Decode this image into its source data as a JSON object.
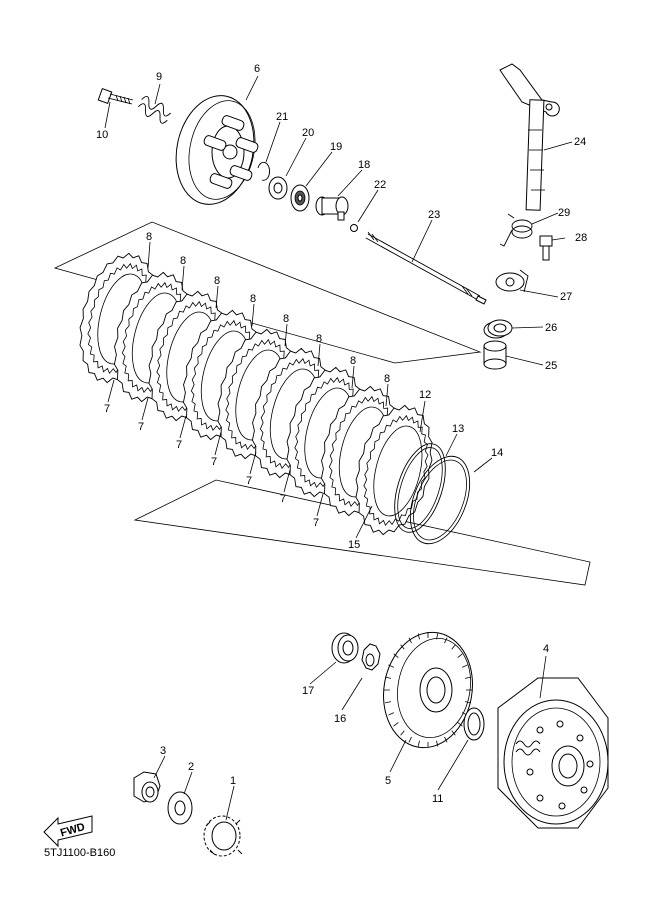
{
  "diagram": {
    "code": "5TJ1100-B160",
    "fwd_label": "FWD",
    "callouts": {
      "p1": "1",
      "p2": "2",
      "p3": "3",
      "p4": "4",
      "p5": "5",
      "p6": "6",
      "p7": "7",
      "p8": "8",
      "p9": "9",
      "p10": "10",
      "p11": "11",
      "p12": "12",
      "p13": "13",
      "p14": "14",
      "p15": "15",
      "p16": "16",
      "p17": "17",
      "p18": "18",
      "p19": "19",
      "p20": "20",
      "p21": "21",
      "p22": "22",
      "p23": "23",
      "p24": "24",
      "p25": "25",
      "p26": "26",
      "p27": "27",
      "p28": "28",
      "p29": "29"
    }
  }
}
